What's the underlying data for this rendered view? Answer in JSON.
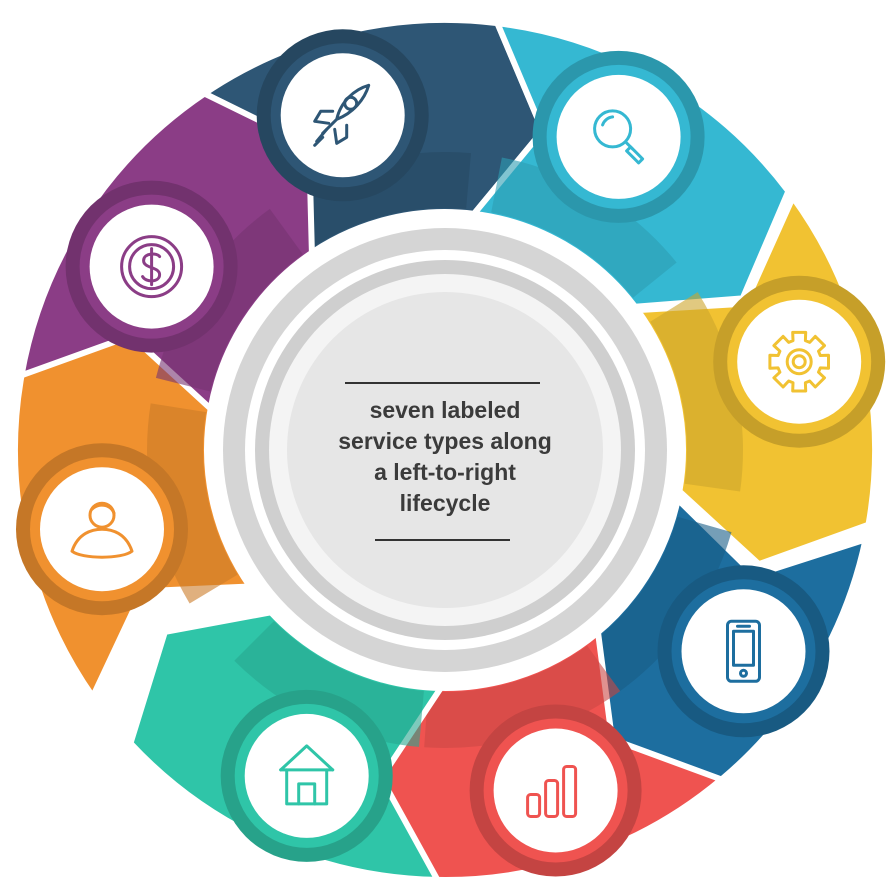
{
  "diagram": {
    "center_lines": [
      "seven labeled",
      "service types along",
      "a left-to-right",
      "lifecycle"
    ],
    "segments": [
      {
        "id": "launch",
        "icon": "rocket-icon",
        "color": "#2e5675"
      },
      {
        "id": "search",
        "icon": "magnifier-icon",
        "color": "#35b8d2"
      },
      {
        "id": "settings",
        "icon": "gear-icon",
        "color": "#f1c232"
      },
      {
        "id": "mobile",
        "icon": "phone-icon",
        "color": "#1d6e9f"
      },
      {
        "id": "analytics",
        "icon": "bar-chart-icon",
        "color": "#ef5350"
      },
      {
        "id": "home",
        "icon": "house-icon",
        "color": "#2fc5a8"
      },
      {
        "id": "person",
        "icon": "user-icon",
        "color": "#f0912f"
      },
      {
        "id": "money",
        "icon": "dollar-coin-icon",
        "color": "#8b3d86"
      }
    ]
  }
}
